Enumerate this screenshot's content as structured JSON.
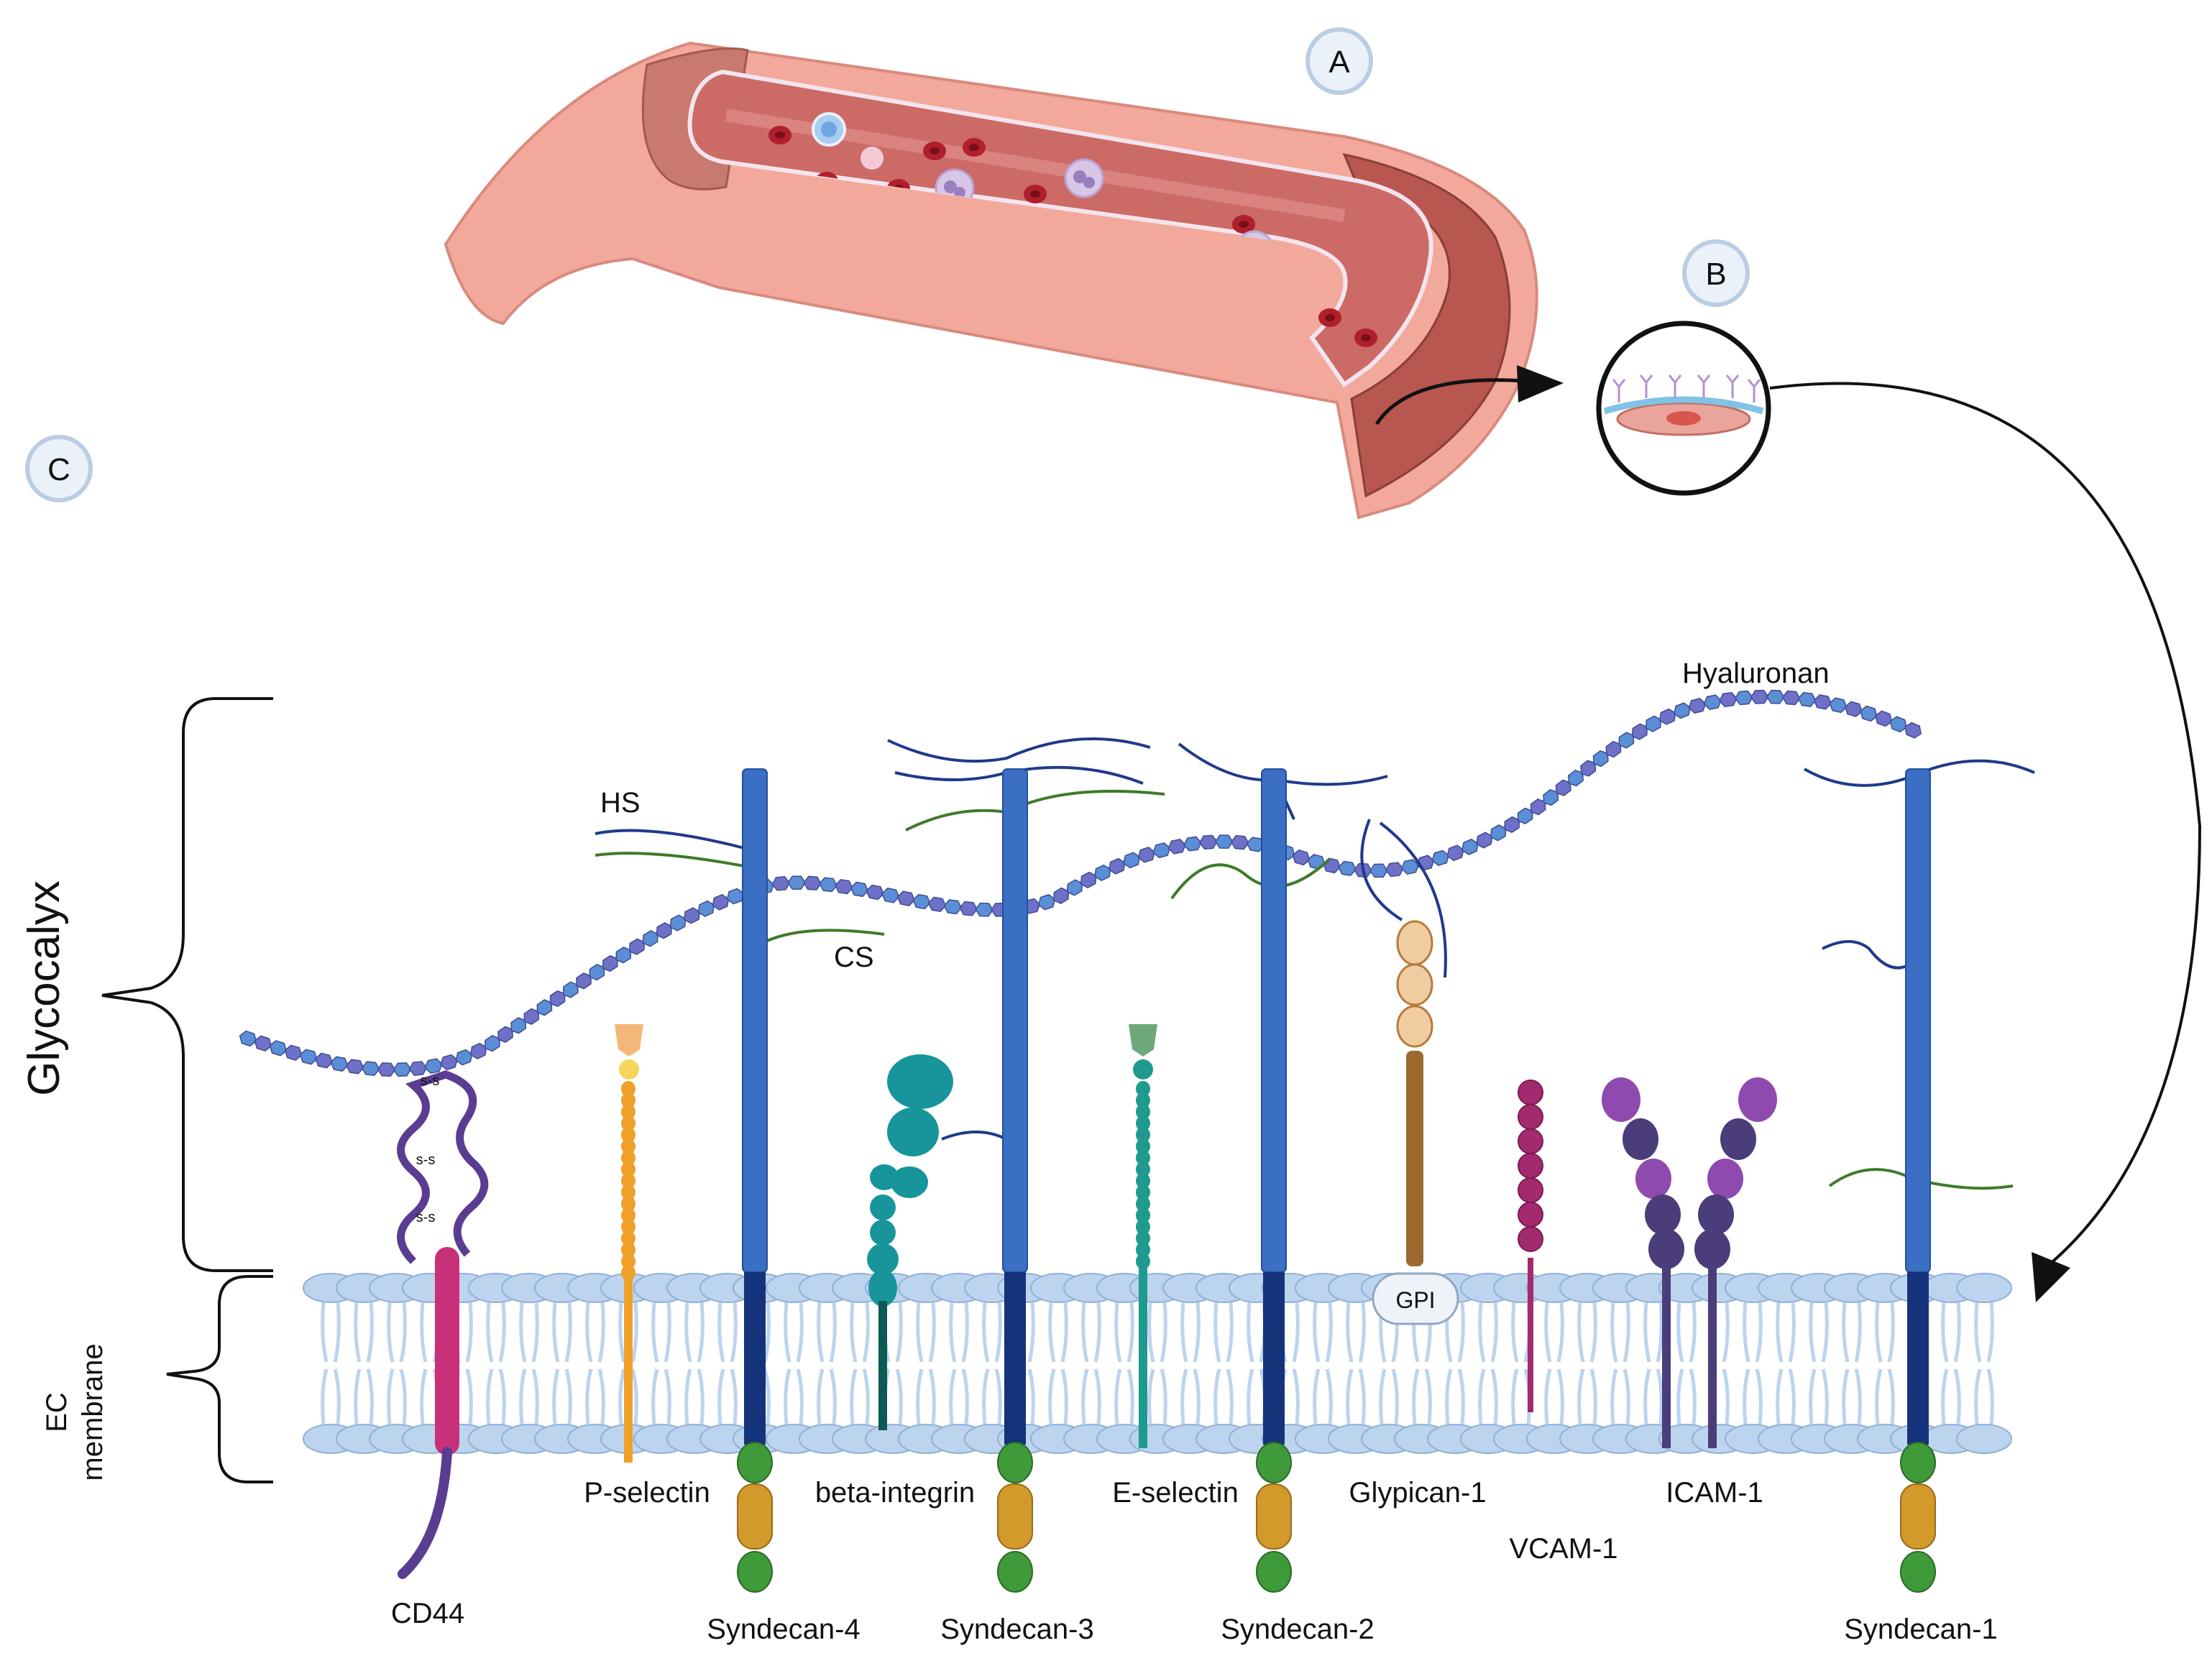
{
  "badges": {
    "a": "A",
    "b": "B",
    "c": "C"
  },
  "labels": {
    "glycocalyx": "Glycocalyx",
    "ec_membrane_line1": "EC",
    "ec_membrane_line2": "membrane",
    "hyaluronan": "Hyaluronan",
    "hs": "HS",
    "cs": "CS",
    "gpi": "GPI",
    "ss": "s-s"
  },
  "molecules": {
    "cd44": "CD44",
    "p_selectin": "P-selectin",
    "syndecan_4": "Syndecan-4",
    "beta_integrin": "beta-integrin",
    "syndecan_3": "Syndecan-3",
    "e_selectin": "E-selectin",
    "syndecan_2": "Syndecan-2",
    "glypican_1": "Glypican-1",
    "vcam_1": "VCAM-1",
    "icam_1": "ICAM-1",
    "syndecan_1": "Syndecan-1"
  },
  "colors": {
    "vessel_outer": "#f2a99b",
    "vessel_wall": "#d98a7e",
    "vessel_lumen": "#cc6a66",
    "membrane_head": "#bcd4ee",
    "membrane_stroke": "#8fb0d6",
    "syndecan_core": "#3a6fc4",
    "syndecan_tm": "#15337a",
    "hyaluronan_a": "#6f70c8",
    "hyaluronan_b": "#5a8ed6",
    "hs_chain": "#1f3a8a",
    "cs_chain": "#3f7a2a",
    "cd44": "#5a3d91",
    "cd44_tm": "#c8307a",
    "p_selectin": "#f0a028",
    "integrin": "#17959b",
    "e_selectin": "#1f9a8f",
    "glypican": "#f0cda0",
    "vcam": "#a42a70",
    "icam_a": "#8e4aae",
    "icam_b": "#4a3d7a",
    "dom_green": "#3f9a3a",
    "dom_gold": "#d19a2a"
  }
}
